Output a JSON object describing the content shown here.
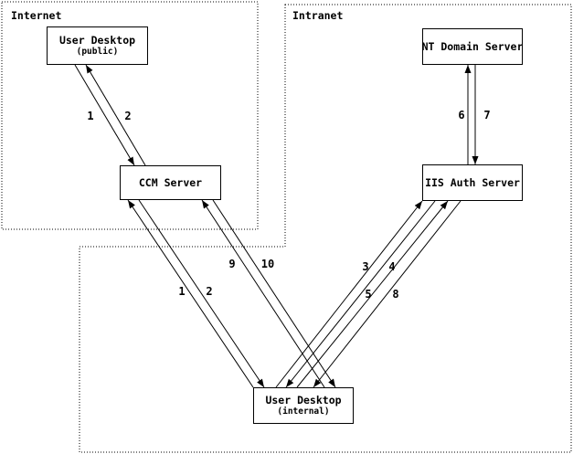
{
  "page": {
    "background": "#ffffff",
    "foreground": "#000000"
  },
  "diagram": {
    "regions": [
      {
        "id": "internet",
        "label": "Internet"
      },
      {
        "id": "intranet",
        "label": "Intranet"
      }
    ],
    "nodes": [
      {
        "id": "user-desktop-public",
        "label": "User Desktop",
        "sublabel": "(public)",
        "region": "internet"
      },
      {
        "id": "ccm-server",
        "label": "CCM Server",
        "region": "internet"
      },
      {
        "id": "nt-domain-server",
        "label": "NT Domain Server",
        "region": "intranet"
      },
      {
        "id": "iis-auth-server",
        "label": "IIS Auth Server",
        "region": "intranet"
      },
      {
        "id": "user-desktop-internal",
        "label": "User Desktop",
        "sublabel": "(internal)",
        "region": "intranet"
      }
    ],
    "edges": [
      {
        "label": "1",
        "from": "user-desktop-public",
        "to": "ccm-server"
      },
      {
        "label": "2",
        "from": "ccm-server",
        "to": "user-desktop-public"
      },
      {
        "label": "1",
        "from": "user-desktop-internal",
        "to": "ccm-server"
      },
      {
        "label": "2",
        "from": "ccm-server",
        "to": "user-desktop-internal"
      },
      {
        "label": "3",
        "from": "user-desktop-internal",
        "to": "iis-auth-server"
      },
      {
        "label": "4",
        "from": "iis-auth-server",
        "to": "user-desktop-internal"
      },
      {
        "label": "5",
        "from": "user-desktop-internal",
        "to": "iis-auth-server"
      },
      {
        "label": "6",
        "from": "iis-auth-server",
        "to": "nt-domain-server"
      },
      {
        "label": "7",
        "from": "nt-domain-server",
        "to": "iis-auth-server"
      },
      {
        "label": "8",
        "from": "iis-auth-server",
        "to": "user-desktop-internal"
      },
      {
        "label": "9",
        "from": "user-desktop-internal",
        "to": "ccm-server"
      },
      {
        "label": "10",
        "from": "ccm-server",
        "to": "user-desktop-internal"
      }
    ]
  }
}
